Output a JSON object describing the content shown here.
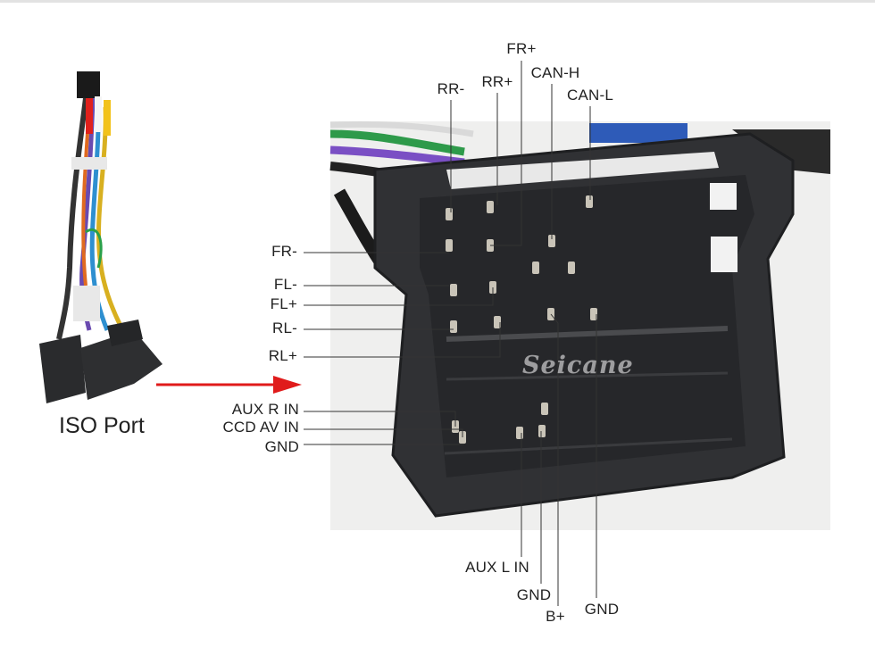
{
  "source_label": "ISO Port",
  "watermark": "Seicane",
  "colors": {
    "arrow": "#e01b1b",
    "connector": "#2f3033",
    "pin": "#c9c4b8",
    "line": "#333333"
  },
  "pins_top": [
    "RR-",
    "RR+",
    "FR+",
    "CAN-H",
    "CAN-L"
  ],
  "pins_left": [
    "FR-",
    "FL-",
    "FL+",
    "RL-",
    "RL+",
    "AUX R IN",
    "CCD AV IN",
    "GND"
  ],
  "pins_bottom": [
    "AUX L IN",
    "GND",
    "B+",
    "GND"
  ]
}
